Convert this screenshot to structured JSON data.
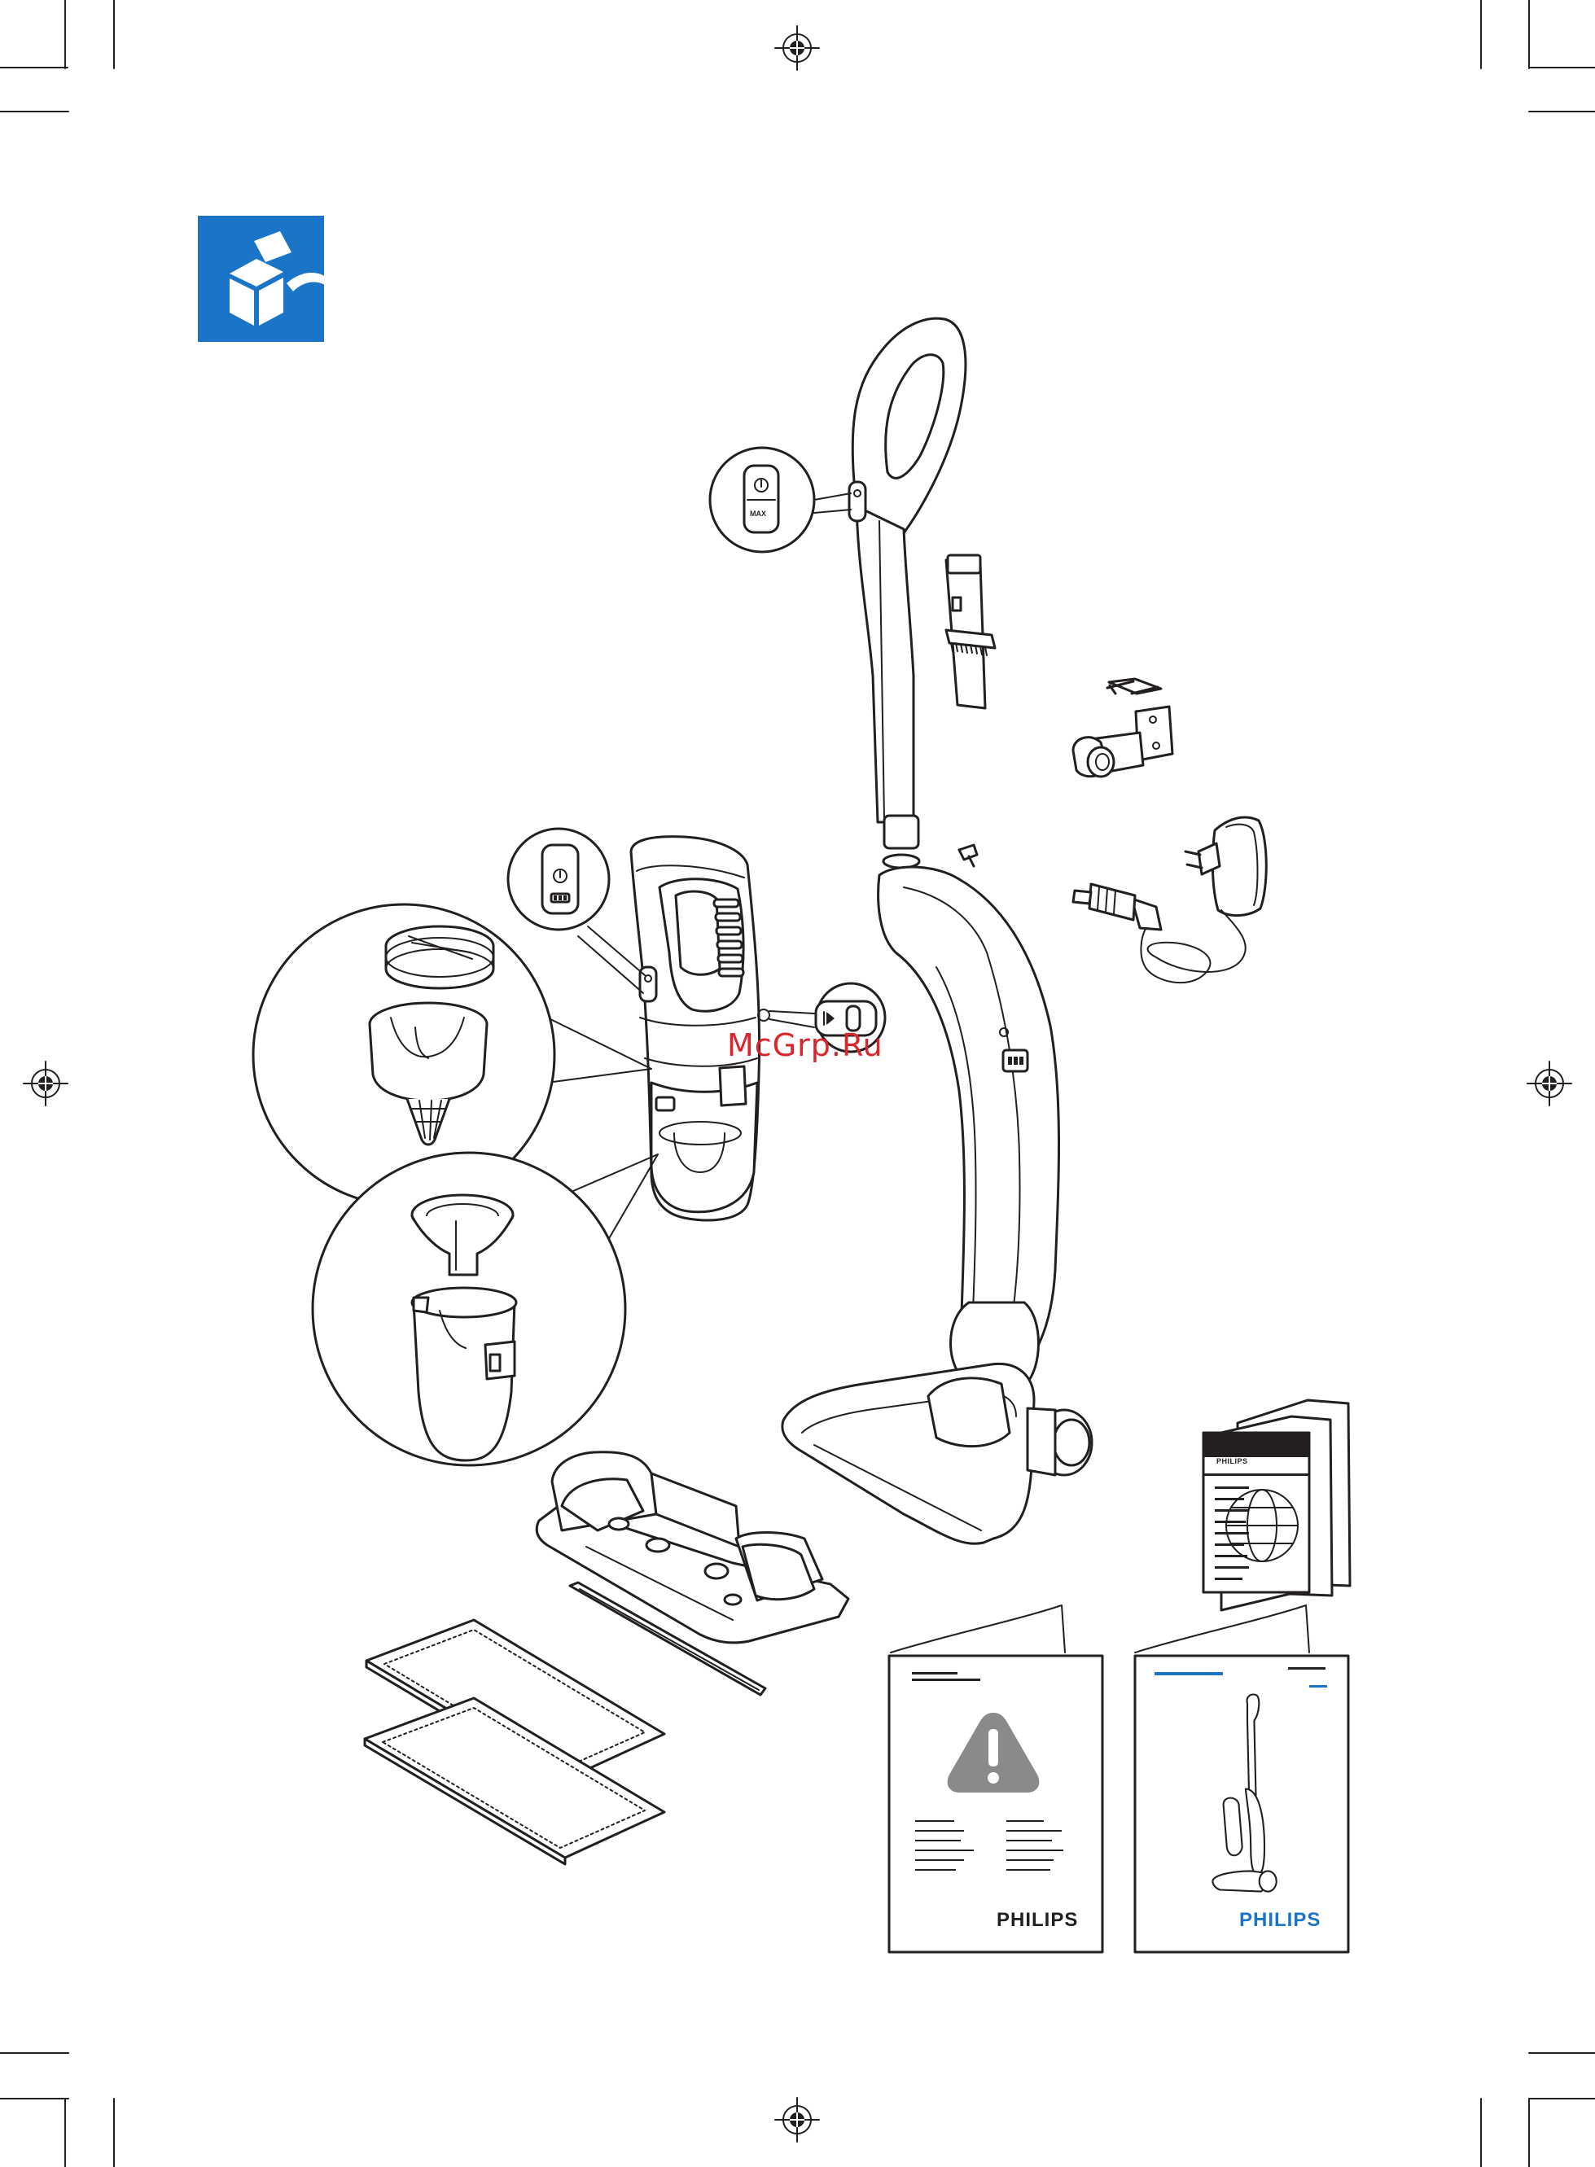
{
  "watermark": "McGrp.Ru",
  "colors": {
    "accent_blue": "#1a74c8",
    "line": "#231f20",
    "warning_grey": "#8a8a8a",
    "watermark_red": "#d9252b"
  },
  "icons": {
    "unpack": "box-unpack-icon",
    "warning": "warning-triangle-icon",
    "registration": "registration-mark-icon"
  },
  "handle_button": {
    "max_label": "MAX"
  },
  "booklets": {
    "leaflet_brand": "PHILIPS",
    "safety_brand": "PHILIPS",
    "manual_brand": "PHILIPS"
  }
}
